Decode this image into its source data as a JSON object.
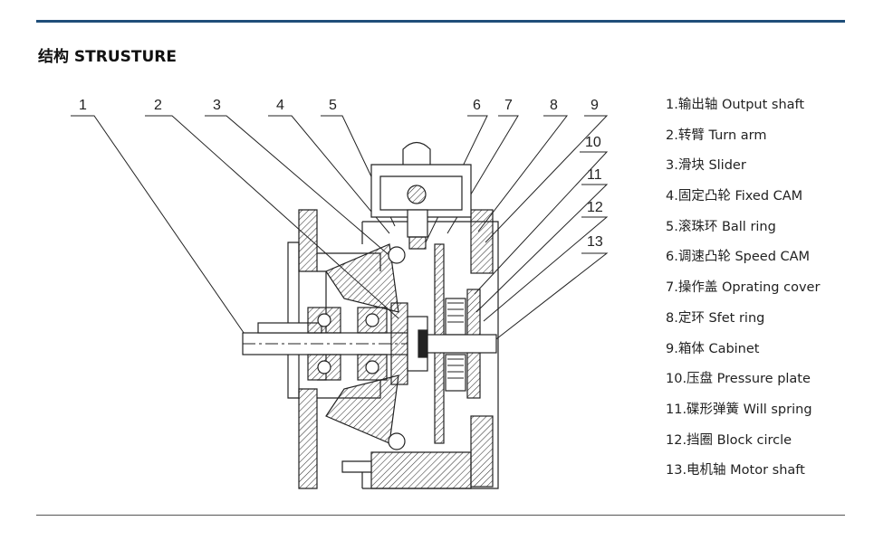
{
  "section_title": "结构 STRUSTURE",
  "callout_numbers": [
    "1",
    "2",
    "3",
    "4",
    "5",
    "6",
    "7",
    "8",
    "9",
    "10",
    "11",
    "12",
    "13"
  ],
  "legend_items": [
    "1.输出轴 Output shaft",
    "2.转臂 Turn arm",
    "3.滑块 Slider",
    "4.固定凸轮 Fixed CAM",
    "5.滚珠环 Ball ring",
    "6.调速凸轮 Speed CAM",
    "7.操作盖 Oprating cover",
    "8.定环 Sfet ring",
    "9.箱体 Cabinet",
    "10.压盘 Pressure plate",
    "11.碟形弹簧 Will spring",
    "12.挡圈 Block circle",
    "13.电机轴 Motor shaft"
  ],
  "colors": {
    "accent_rule": "#1f4e79",
    "line": "#222222",
    "hatch": "#333333"
  }
}
